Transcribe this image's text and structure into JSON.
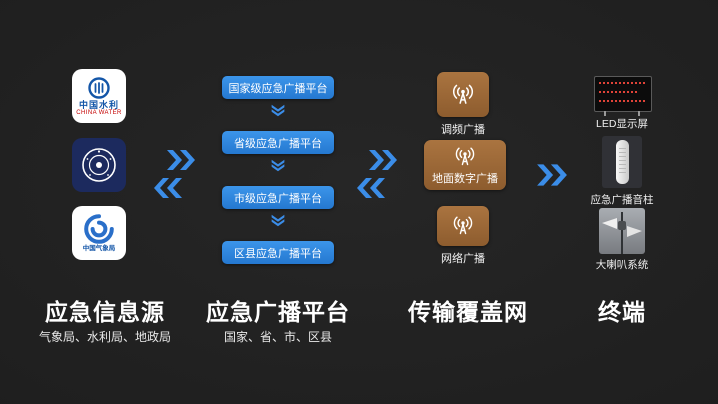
{
  "colors": {
    "background": "#1e1e1e",
    "accent_blue": "#2e86dd",
    "box_brown": "#9e6b38",
    "title_white": "#ffffff",
    "led_red": "#e04338"
  },
  "sources": {
    "title": "应急信息源",
    "subtitle": "气象局、水利局、地政局",
    "icons": [
      {
        "label1": "中国水利",
        "label2": "CHINA WATER"
      },
      {},
      {
        "label": "中国气象局"
      }
    ]
  },
  "platforms": {
    "title": "应急广播平台",
    "subtitle": "国家、省、市、区县",
    "levels": [
      "国家级应急广播平台",
      "省级应急广播平台",
      "市级应急广播平台",
      "区县应急广播平台"
    ]
  },
  "transmission": {
    "title": "传输覆盖网",
    "items": [
      "调频广播",
      "地面数字广播",
      "网络广播"
    ]
  },
  "terminals": {
    "title": "终端",
    "items": [
      "LED显示屏",
      "应急广播音柱",
      "大喇叭系统"
    ]
  }
}
